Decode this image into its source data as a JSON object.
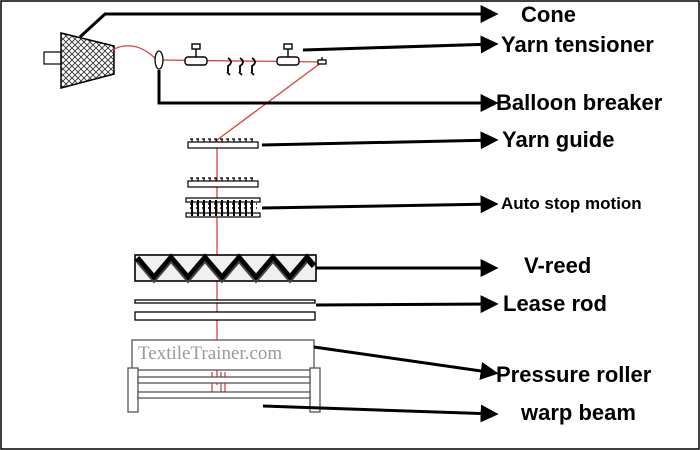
{
  "labels": {
    "cone": "Cone",
    "yarn_tensioner": "Yarn tensioner",
    "balloon_breaker": "Balloon breaker",
    "yarn_guide": "Yarn guide",
    "auto_stop_motion": "Auto stop motion",
    "v_reed": "V-reed",
    "lease_rod": "Lease rod",
    "pressure_roller": "Pressure roller",
    "warp_beam": "warp beam"
  },
  "watermark": "TextileTrainer.com",
  "colors": {
    "yarn": "#d94040",
    "ink": "#000000",
    "frame": "#555555"
  }
}
